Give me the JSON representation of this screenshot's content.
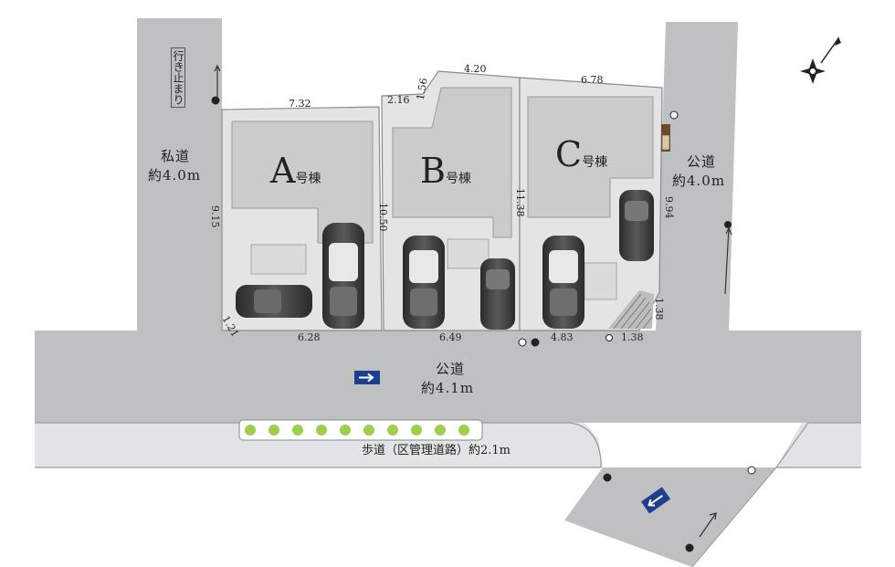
{
  "lots": [
    {
      "letter": "A",
      "suffix": "号棟"
    },
    {
      "letter": "B",
      "suffix": "号棟"
    },
    {
      "letter": "C",
      "suffix": "号棟"
    }
  ],
  "dimensions": {
    "a_top": "7.32",
    "a_left": "9.15",
    "a_corner": "1.21",
    "a_bottom": "6.28",
    "b_top_left": "2.16",
    "b_step": "1.56",
    "b_top": "4.20",
    "b_side": "10.50",
    "b_bottom": "6.49",
    "c_top": "6.78",
    "c_side": "11.38",
    "c_right": "9.94",
    "c_bottom": "4.83",
    "c_corner_right": "1.38",
    "c_corner_bottom": "1.38"
  },
  "roads": {
    "private_name": "私道",
    "private_width": "約4.0m",
    "dead_end": "行き止まり",
    "east_name": "公道",
    "east_width": "約4.0m",
    "main_name": "公道",
    "main_width": "約4.1m",
    "sidewalk": "歩道（区管理道路）約2.1m"
  },
  "colors": {
    "road": "#bfc0c2",
    "lot": "#e4e4e5",
    "house": "#cbcbcc",
    "sign": "#1c3f8f",
    "hedge": "#9ccf4a"
  }
}
